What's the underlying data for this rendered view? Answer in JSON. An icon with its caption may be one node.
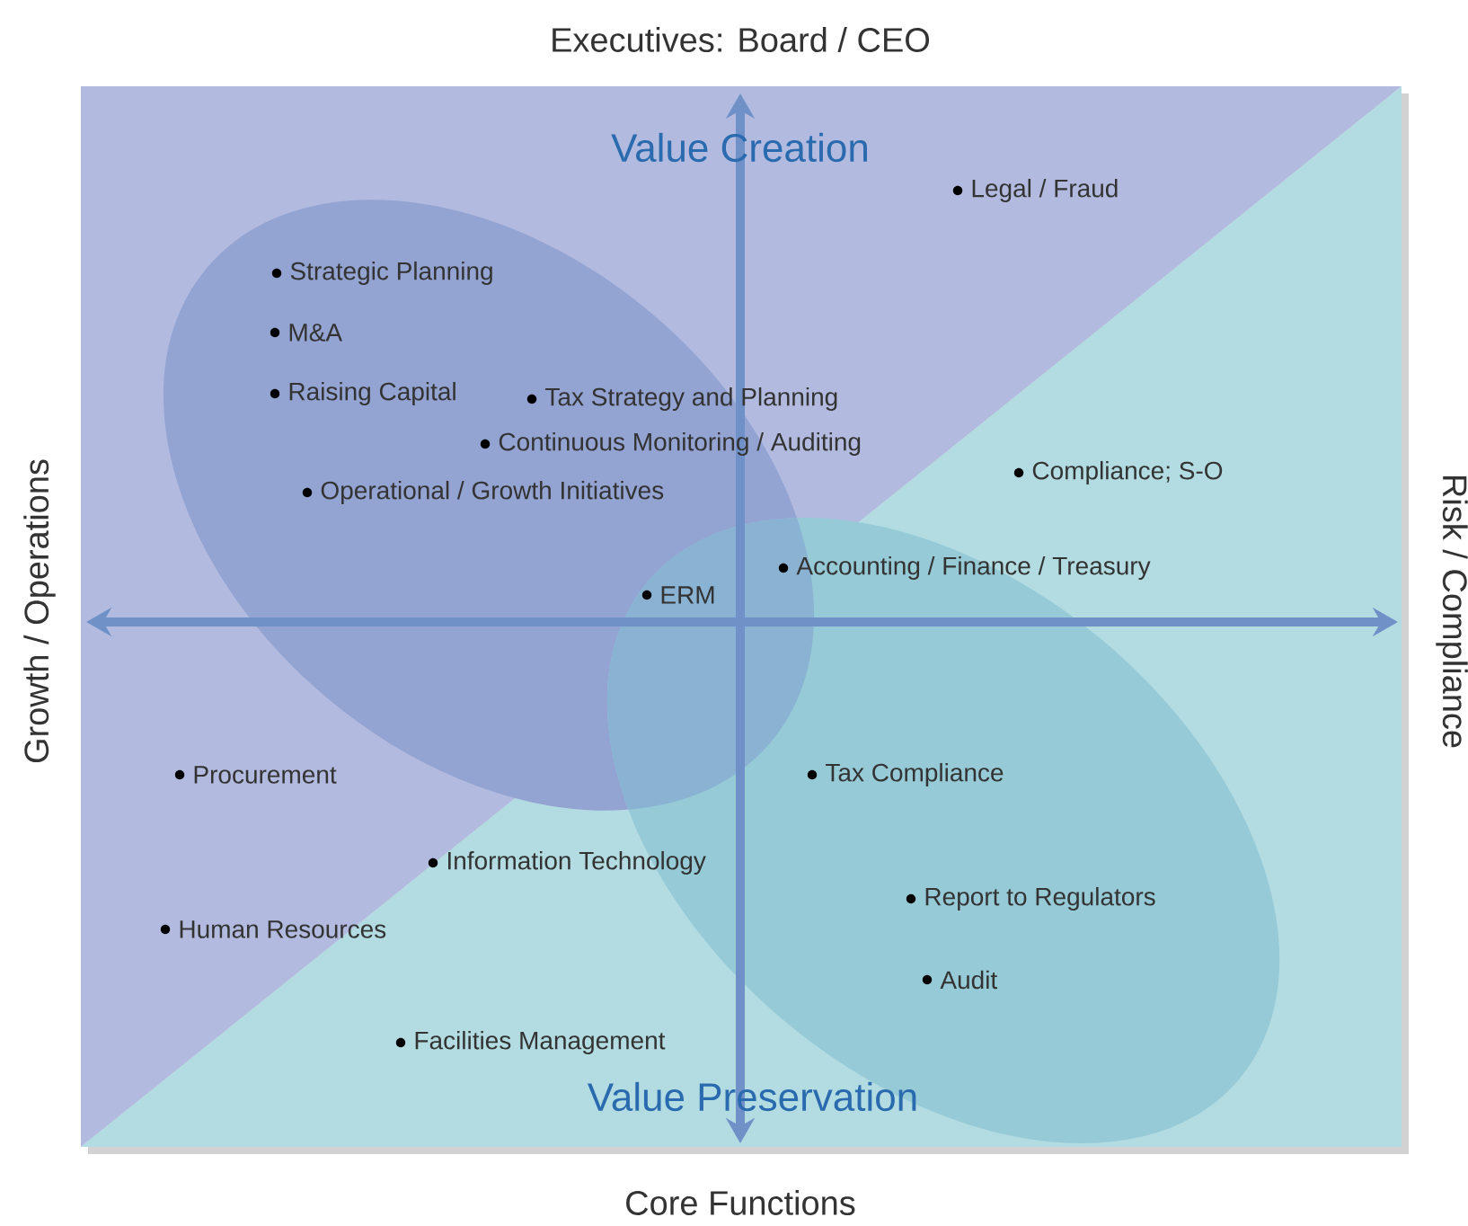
{
  "diagram": {
    "labels": [
      "Executives: Board / CEO",
      "Value Creation",
      "Legal / Fraud",
      "Strategic Planning",
      "M&A",
      "Raising Capital",
      "Tax Strategy and Planning",
      "Growth / Operations",
      "Continuous Monitoring / Auditing",
      "Risk / Compliance",
      "Compliance; S-O",
      "Operational / Growth Initiatives",
      "Accounting / Finance / Treasury",
      "ERM",
      "Procurement",
      "Tax Compliance",
      "Information Technology",
      "Report to Regulators",
      "Human Resources",
      "Audit",
      "Facilities Management",
      "Value Preservation",
      "Core Functions"
    ]
  }
}
